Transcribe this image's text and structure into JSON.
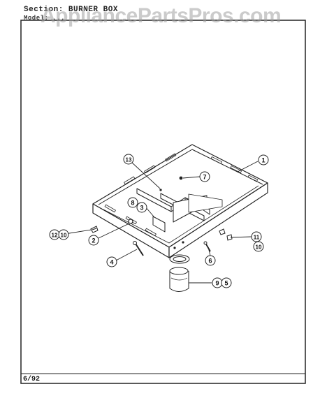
{
  "header": {
    "section": "Section:  BURNER  BOX",
    "model": "Model:  ..."
  },
  "watermark": "AppliancePartsPros.com",
  "footer": {
    "date_code": "6/92"
  },
  "callouts": [
    {
      "id": "c1",
      "label": "1"
    },
    {
      "id": "c2",
      "label": "2"
    },
    {
      "id": "c3",
      "label": "3"
    },
    {
      "id": "c4",
      "label": "4"
    },
    {
      "id": "c5",
      "label": "5"
    },
    {
      "id": "c6",
      "label": "6"
    },
    {
      "id": "c7",
      "label": "7"
    },
    {
      "id": "c8",
      "label": "8"
    },
    {
      "id": "c9",
      "label": "9"
    },
    {
      "id": "c10a",
      "label": "10"
    },
    {
      "id": "c10b",
      "label": "10"
    },
    {
      "id": "c11",
      "label": "11"
    },
    {
      "id": "c12",
      "label": "12"
    },
    {
      "id": "c13",
      "label": "13"
    }
  ]
}
